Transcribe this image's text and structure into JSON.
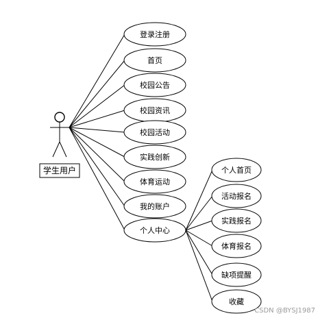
{
  "actor": {
    "label": "学生用户"
  },
  "use_cases": [
    {
      "id": "login",
      "label": "登录注册"
    },
    {
      "id": "home",
      "label": "首页"
    },
    {
      "id": "notice",
      "label": "校园公告"
    },
    {
      "id": "news",
      "label": "校园资讯"
    },
    {
      "id": "activity",
      "label": "校园活动"
    },
    {
      "id": "practice",
      "label": "实践创新"
    },
    {
      "id": "sports",
      "label": "体育运动"
    },
    {
      "id": "account",
      "label": "我的账户"
    },
    {
      "id": "center",
      "label": "个人中心"
    }
  ],
  "sub_use_cases": [
    {
      "id": "center-home",
      "label": "个人首页"
    },
    {
      "id": "activity-signup",
      "label": "活动报名"
    },
    {
      "id": "practice-signup",
      "label": "实践报名"
    },
    {
      "id": "sports-signup",
      "label": "体育报名"
    },
    {
      "id": "missing-reminder",
      "label": "缺项提醒"
    },
    {
      "id": "favorites",
      "label": "收藏"
    }
  ],
  "watermark": "CSDN @BYSJ1987"
}
